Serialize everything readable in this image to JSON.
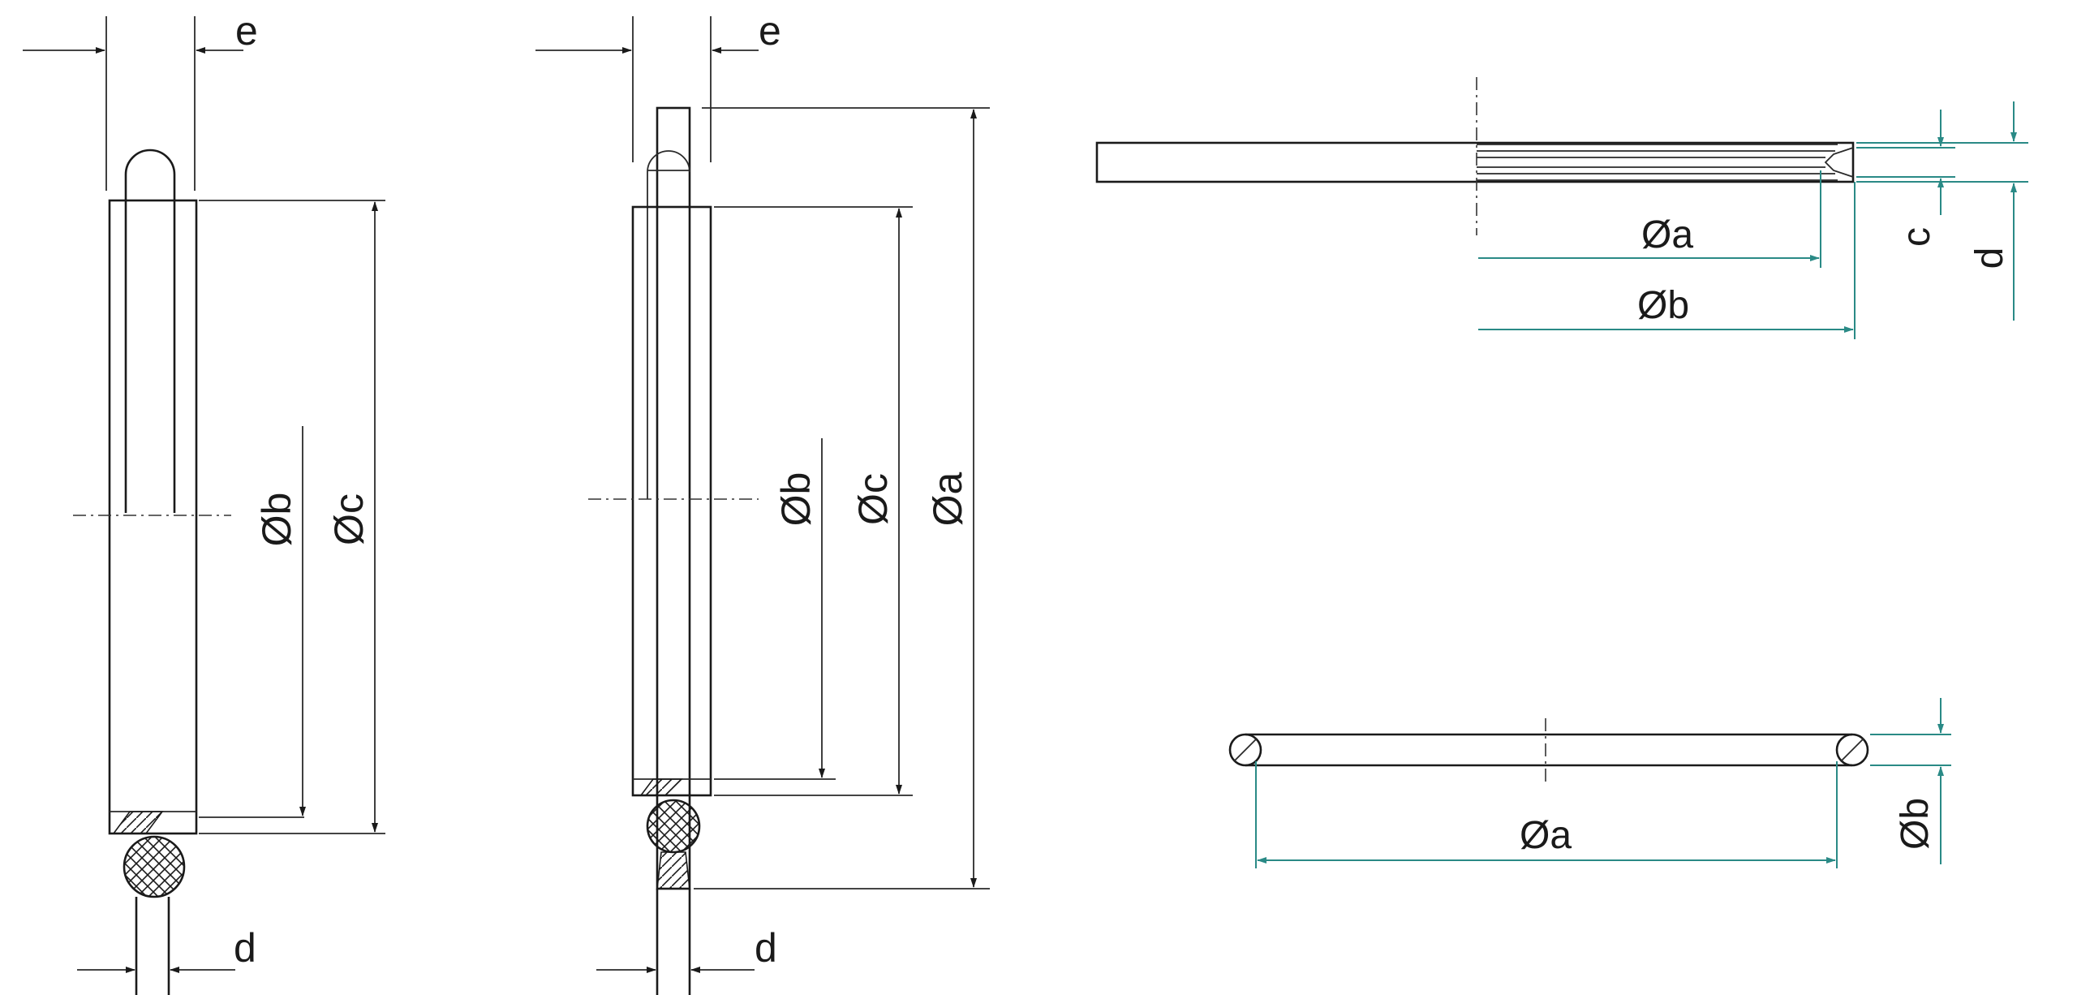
{
  "colors": {
    "line": "#1a1a1a",
    "accent": "#2a8a86",
    "background": "#ffffff"
  },
  "views": {
    "seal_left": {
      "labels": {
        "e": "e",
        "b": "Øb",
        "c": "Øc",
        "d": "d"
      }
    },
    "seal_middle": {
      "labels": {
        "e": "e",
        "b": "Øb",
        "c": "Øc",
        "a": "Øa",
        "d": "d"
      }
    },
    "ring_top": {
      "labels": {
        "a": "Øa",
        "b": "Øb",
        "c": "c",
        "d": "d"
      }
    },
    "oring": {
      "labels": {
        "a": "Øa",
        "b": "Øb"
      }
    }
  }
}
